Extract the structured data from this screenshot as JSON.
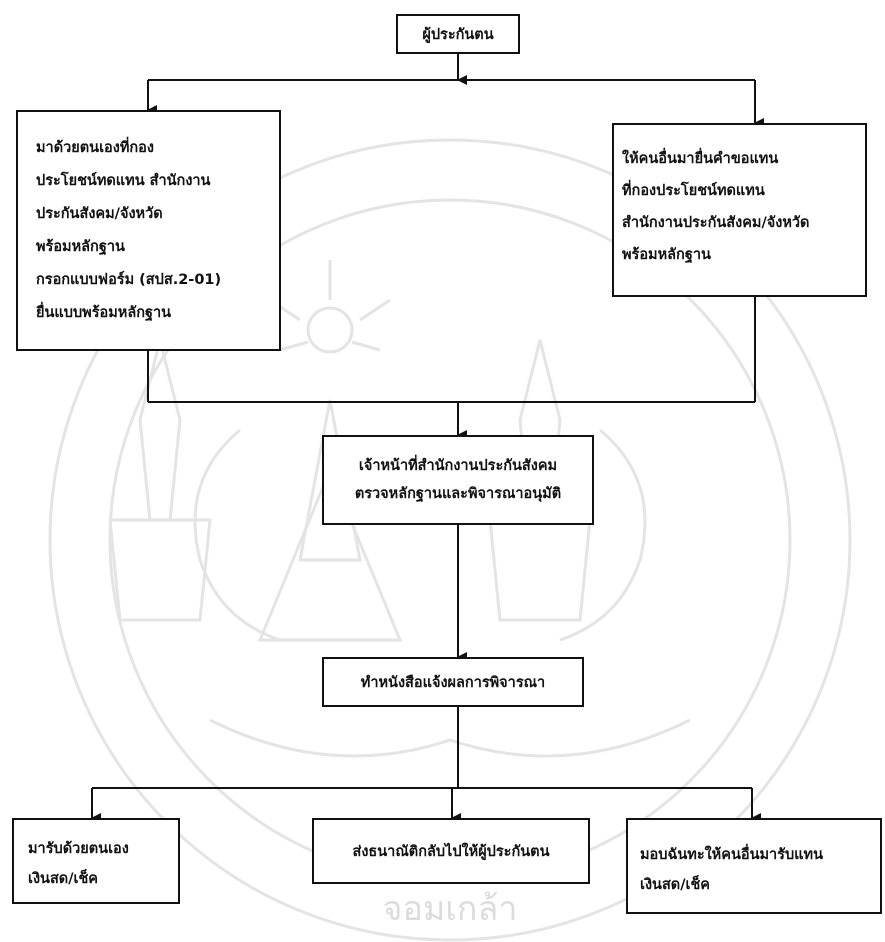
{
  "flowchart": {
    "root": "ผู้ประกันตน",
    "left_option": [
      "มาด้วยตนเองที่กอง",
      "ประโยชน์ทดแทน สำนักงาน",
      "ประกันสังคม/จังหวัด",
      "พร้อมหลักฐาน",
      "กรอกแบบฟอร์ม (สปส.2-01)",
      "ยื่นแบบพร้อมหลักฐาน"
    ],
    "right_option": [
      "ให้คนอื่นมายื่นคำขอแทน",
      "ที่กองประโยชน์ทดแทน",
      "สำนักงานประกันสังคม/จังหวัด",
      "พร้อมหลักฐาน"
    ],
    "review": [
      "เจ้าหน้าที่สำนักงานประกันสังคม",
      "ตรวจหลักฐานและพิจารณาอนุมัติ"
    ],
    "notify": "ทำหนังสือแจ้งผลการพิจารณา",
    "outcomes": {
      "self_pickup": [
        "มารับด้วยตนเอง",
        "เงินสด/เช็ค"
      ],
      "postal": "ส่งธนาณัติกลับไปให้ผู้ประกันตน",
      "proxy": [
        "มอบฉันทะให้คนอื่นมารับแทน",
        "เงินสด/เช็ค"
      ]
    }
  },
  "watermark": {
    "seal_text": "จอมเกล้า",
    "color": "#e6e6e6"
  },
  "colors": {
    "line": "#111111",
    "box_border": "#111111",
    "background": "#ffffff"
  }
}
